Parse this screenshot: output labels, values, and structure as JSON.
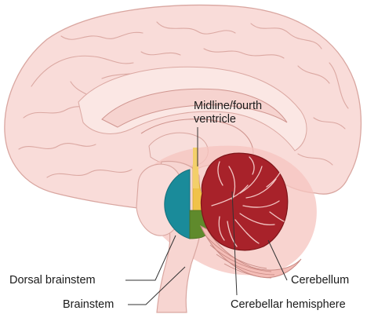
{
  "labels": {
    "midline_line1": "Midline/fourth",
    "midline_line2": "ventricle",
    "dorsal_brainstem": "Dorsal brainstem",
    "brainstem": "Brainstem",
    "cerebellum": "Cerebellum",
    "cerebellar_hemisphere": "Cerebellar hemisphere"
  },
  "colors": {
    "cortex_fill": "#f9dcd9",
    "cortex_stroke": "#d9a6a0",
    "halo": "#f5c4bf",
    "cerebellum_red": "#a8222a",
    "brainstem_teal": "#1a8b9a",
    "ventricle_yellow": "#f0c24a",
    "dorsal_green": "#5f8a2c",
    "leader_line": "#333333"
  }
}
